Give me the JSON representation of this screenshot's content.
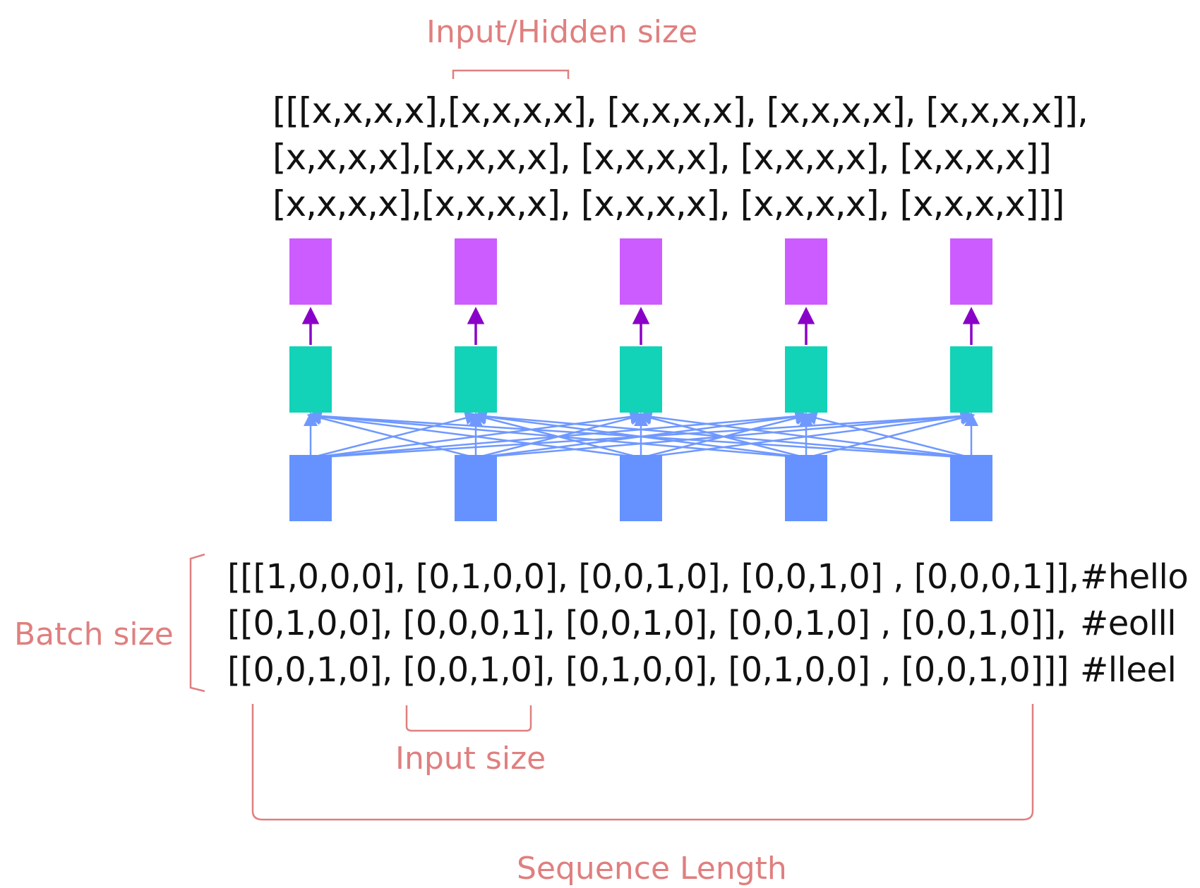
{
  "labels": {
    "hidden_size": "Input/Hidden size",
    "batch_size": "Batch size",
    "input_size": "Input size",
    "sequence_length": "Sequence Length"
  },
  "output_rows": [
    "[[[x,x,x,x],[x,x,x,x], [x,x,x,x], [x,x,x,x], [x,x,x,x]],",
    "[x,x,x,x],[x,x,x,x], [x,x,x,x], [x,x,x,x], [x,x,x,x]]",
    "[x,x,x,x],[x,x,x,x], [x,x,x,x], [x,x,x,x], [x,x,x,x]]]"
  ],
  "input_rows": [
    {
      "vectors": "[[[1,0,0,0], [0,1,0,0], [0,0,1,0], [0,0,1,0] , [0,0,0,1]],",
      "comment": "#hello"
    },
    {
      "vectors": "[[0,1,0,0], [0,0,0,1], [0,0,1,0], [0,0,1,0] , [0,0,1,0]],",
      "comment": "#eolll"
    },
    {
      "vectors": "[[0,0,1,0], [0,0,1,0], [0,1,0,0], [0,1,0,0] , [0,0,1,0]]]",
      "comment": "#lleel"
    }
  ],
  "colors": {
    "annotation": "#e07f7f",
    "output_cell": "#cc5cff",
    "hidden_cell": "#12d3b8",
    "input_cell": "#6592ff",
    "output_arrow": "#8a00c8",
    "input_arrow": "#6f98ff"
  },
  "timesteps": 5
}
